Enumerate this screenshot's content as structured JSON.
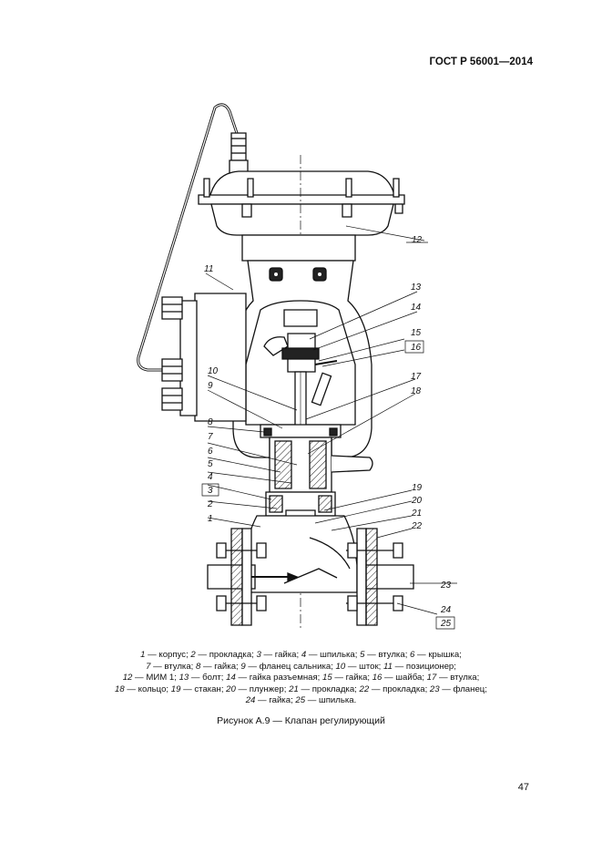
{
  "header": {
    "standard": "ГОСТ Р 56001—2014"
  },
  "drawing": {
    "callouts": [
      "1",
      "2",
      "3",
      "4",
      "5",
      "6",
      "7",
      "8",
      "9",
      "10",
      "11",
      "12",
      "13",
      "14",
      "15",
      "16",
      "17",
      "18",
      "19",
      "20",
      "21",
      "22",
      "23",
      "24",
      "25"
    ]
  },
  "legend": [
    [
      [
        "1",
        "корпус"
      ],
      [
        "2",
        "прокладка"
      ],
      [
        "3",
        "гайка"
      ],
      [
        "4",
        "шпилька"
      ],
      [
        "5",
        "втулка"
      ],
      [
        "6",
        "крышка"
      ]
    ],
    [
      [
        "7",
        "втулка"
      ],
      [
        "8",
        "гайка"
      ],
      [
        "9",
        "фланец сальника"
      ],
      [
        "10",
        "шток"
      ],
      [
        "11",
        "позиционер"
      ]
    ],
    [
      [
        "12",
        "МИМ 1"
      ],
      [
        "13",
        "болт"
      ],
      [
        "14",
        "гайка разъемная"
      ],
      [
        "15",
        "гайка"
      ],
      [
        "16",
        "шайба"
      ],
      [
        "17",
        "втулка"
      ]
    ],
    [
      [
        "18",
        "кольцо"
      ],
      [
        "19",
        "стакан"
      ],
      [
        "20",
        "плунжер"
      ],
      [
        "21",
        "прокладка"
      ],
      [
        "22",
        "прокладка"
      ],
      [
        "23",
        "фланец"
      ]
    ],
    [
      [
        "24",
        "гайка"
      ],
      [
        "25",
        "шпилька"
      ]
    ]
  ],
  "caption": "Рисунок А.9 — Клапан регулирующий",
  "page_number": "47"
}
